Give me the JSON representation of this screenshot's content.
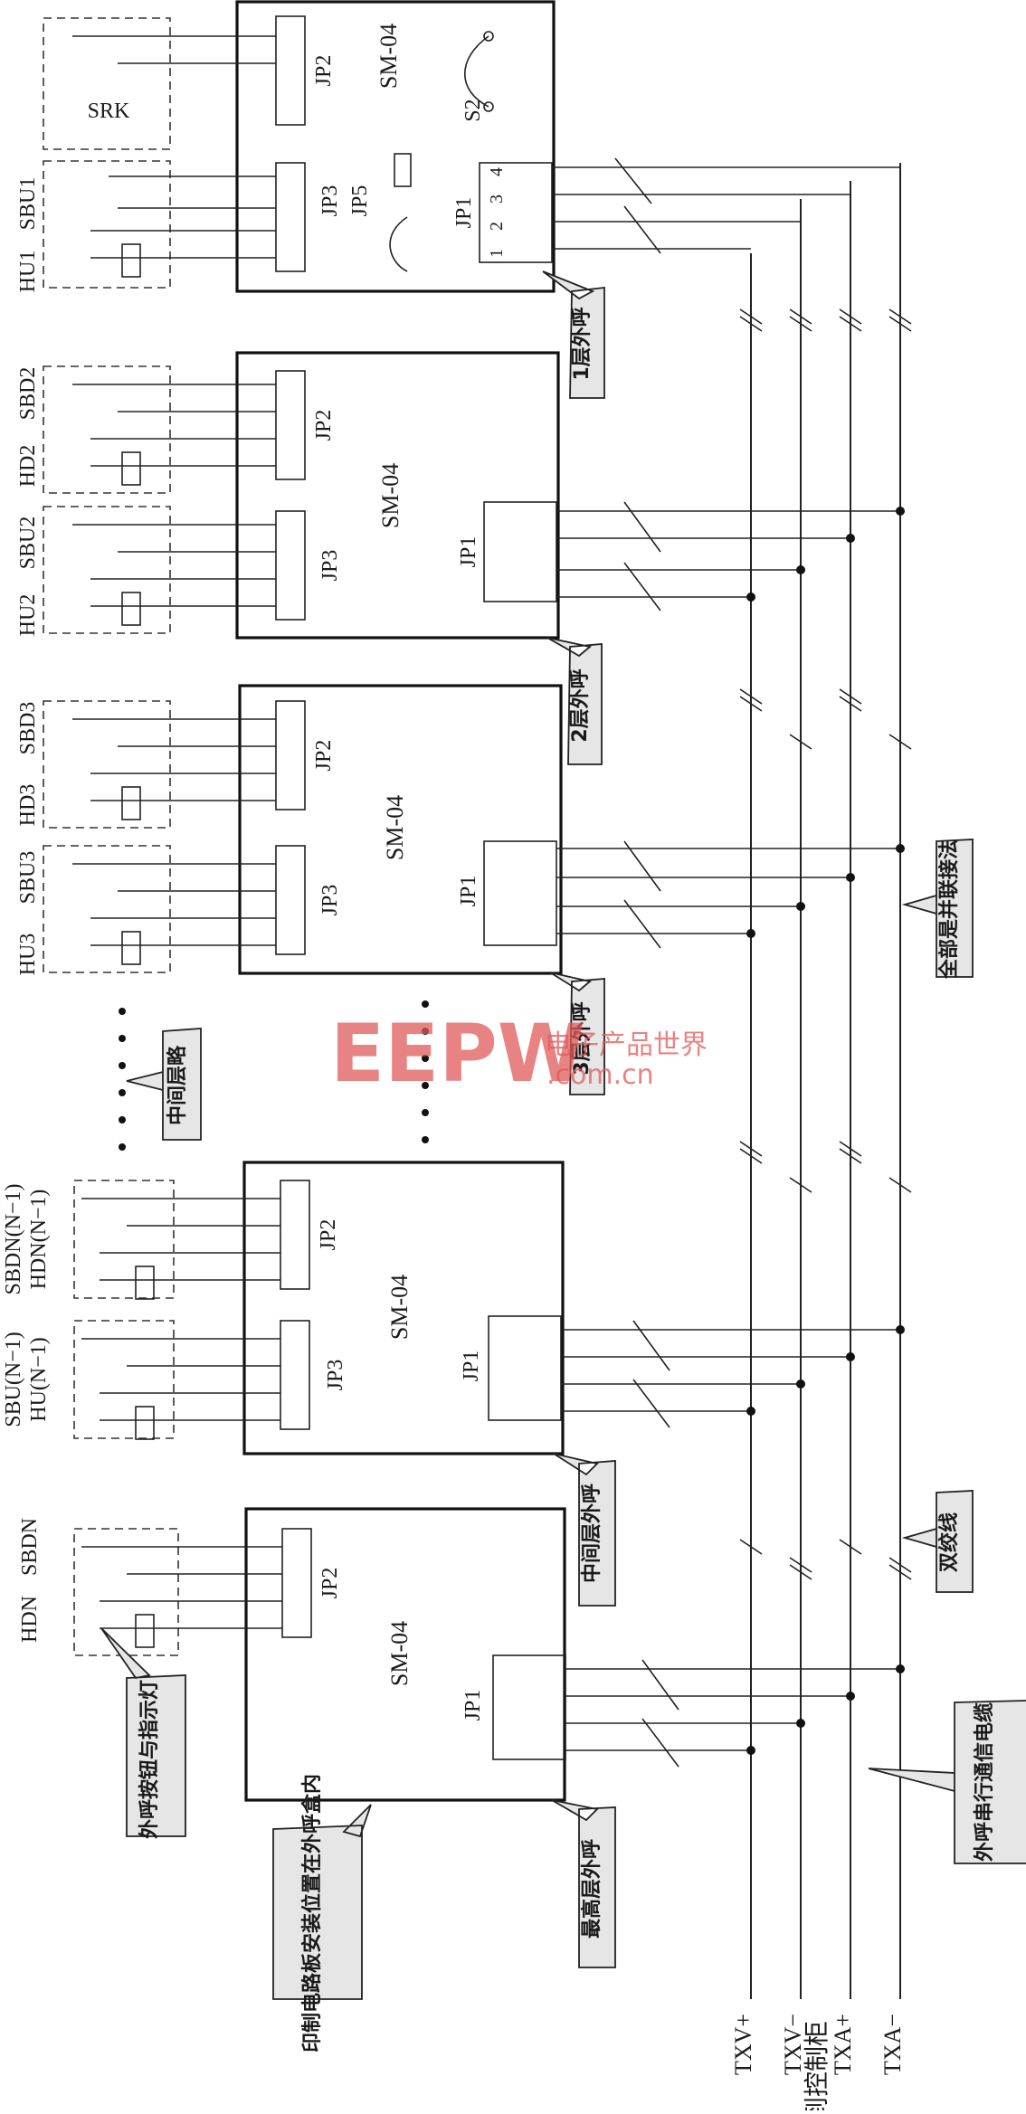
{
  "boards": {
    "b1": {
      "model": "SM-04",
      "call": "1层外呼",
      "jp_out": "JP1",
      "jp_a": "JP2",
      "jp_b": "JP3",
      "jp5": "JP5",
      "s2": "S2",
      "lamp_a": "",
      "btn_a": "",
      "btn_srk": "SRK",
      "lamp_b": "HU1",
      "btn_b": "SBU1"
    },
    "b2": {
      "model": "SM-04",
      "call": "2层外呼",
      "jp_out": "JP1",
      "jp_a": "JP2",
      "jp_b": "JP3",
      "lamp_a": "HD2",
      "btn_a": "SBD2",
      "lamp_b": "HU2",
      "btn_b": "SBU2"
    },
    "b3": {
      "model": "SM-04",
      "call": "3层外呼",
      "jp_out": "JP1",
      "jp_a": "JP2",
      "jp_b": "JP3",
      "lamp_a": "HD3",
      "btn_a": "SBD3",
      "lamp_b": "HU3",
      "btn_b": "SBU3"
    },
    "b4": {
      "model": "SM-04",
      "call": "中间层外呼",
      "jp_out": "JP1",
      "jp_a": "JP2",
      "jp_b": "JP3",
      "lamp_a": "HDN(N−1)",
      "btn_a": "SBDN(N−1)",
      "lamp_b": "HU(N−1)",
      "btn_b": "SBU(N−1)"
    },
    "b5": {
      "model": "SM-04",
      "call": "最高层外呼",
      "jp_out": "JP1",
      "jp_a": "JP2",
      "lamp_a": "HDN",
      "btn_a": "SBDN"
    }
  },
  "pins": [
    "1",
    "2",
    "3",
    "4"
  ],
  "bus": {
    "txv_plus": "TXV+",
    "txv_minus": "TXV−",
    "txa_plus": "TXA+",
    "txa_minus": "TXA−",
    "to_cabinet": "到控制柜"
  },
  "notes": {
    "middle_floors": "中间层略",
    "parallel": "全部是并联接法",
    "twisted": "双绞线",
    "button_lamp": "外呼按钮与指示灯",
    "serial_cable": "外呼串行通信电缆",
    "pcb_location": "印制电路板安装位置在外呼盒内"
  },
  "watermark": {
    "logo": "EEPW",
    "domain": ".com.cn",
    "tagline": "电子产品世界"
  }
}
